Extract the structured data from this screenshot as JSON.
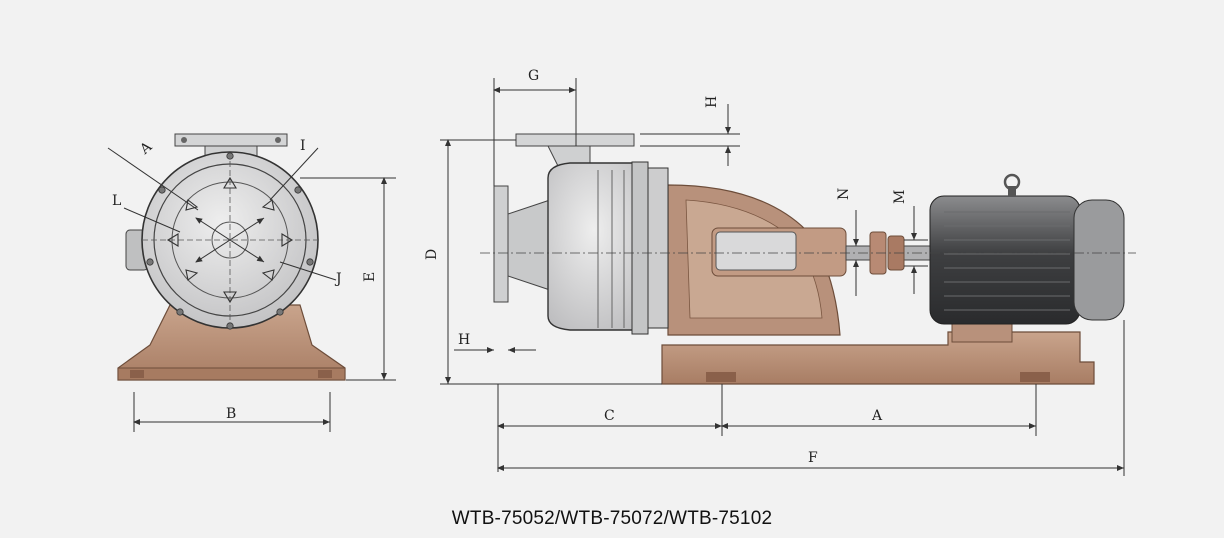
{
  "caption": "WTB-75052/WTB-75072/WTB-75102",
  "front_view": {
    "labels": {
      "A": "A",
      "I": "I",
      "L": "L",
      "J": "J",
      "E": "E",
      "B": "B"
    }
  },
  "side_view": {
    "labels": {
      "G": "G",
      "H_top": "H",
      "D": "D",
      "H_low": "H",
      "N": "N",
      "M": "M",
      "C": "C",
      "A": "A",
      "F": "F"
    }
  },
  "colors": {
    "pump_body": "#d9dadb",
    "base": "#b98f77",
    "motor": "#4a4a4c",
    "line": "#333333"
  }
}
